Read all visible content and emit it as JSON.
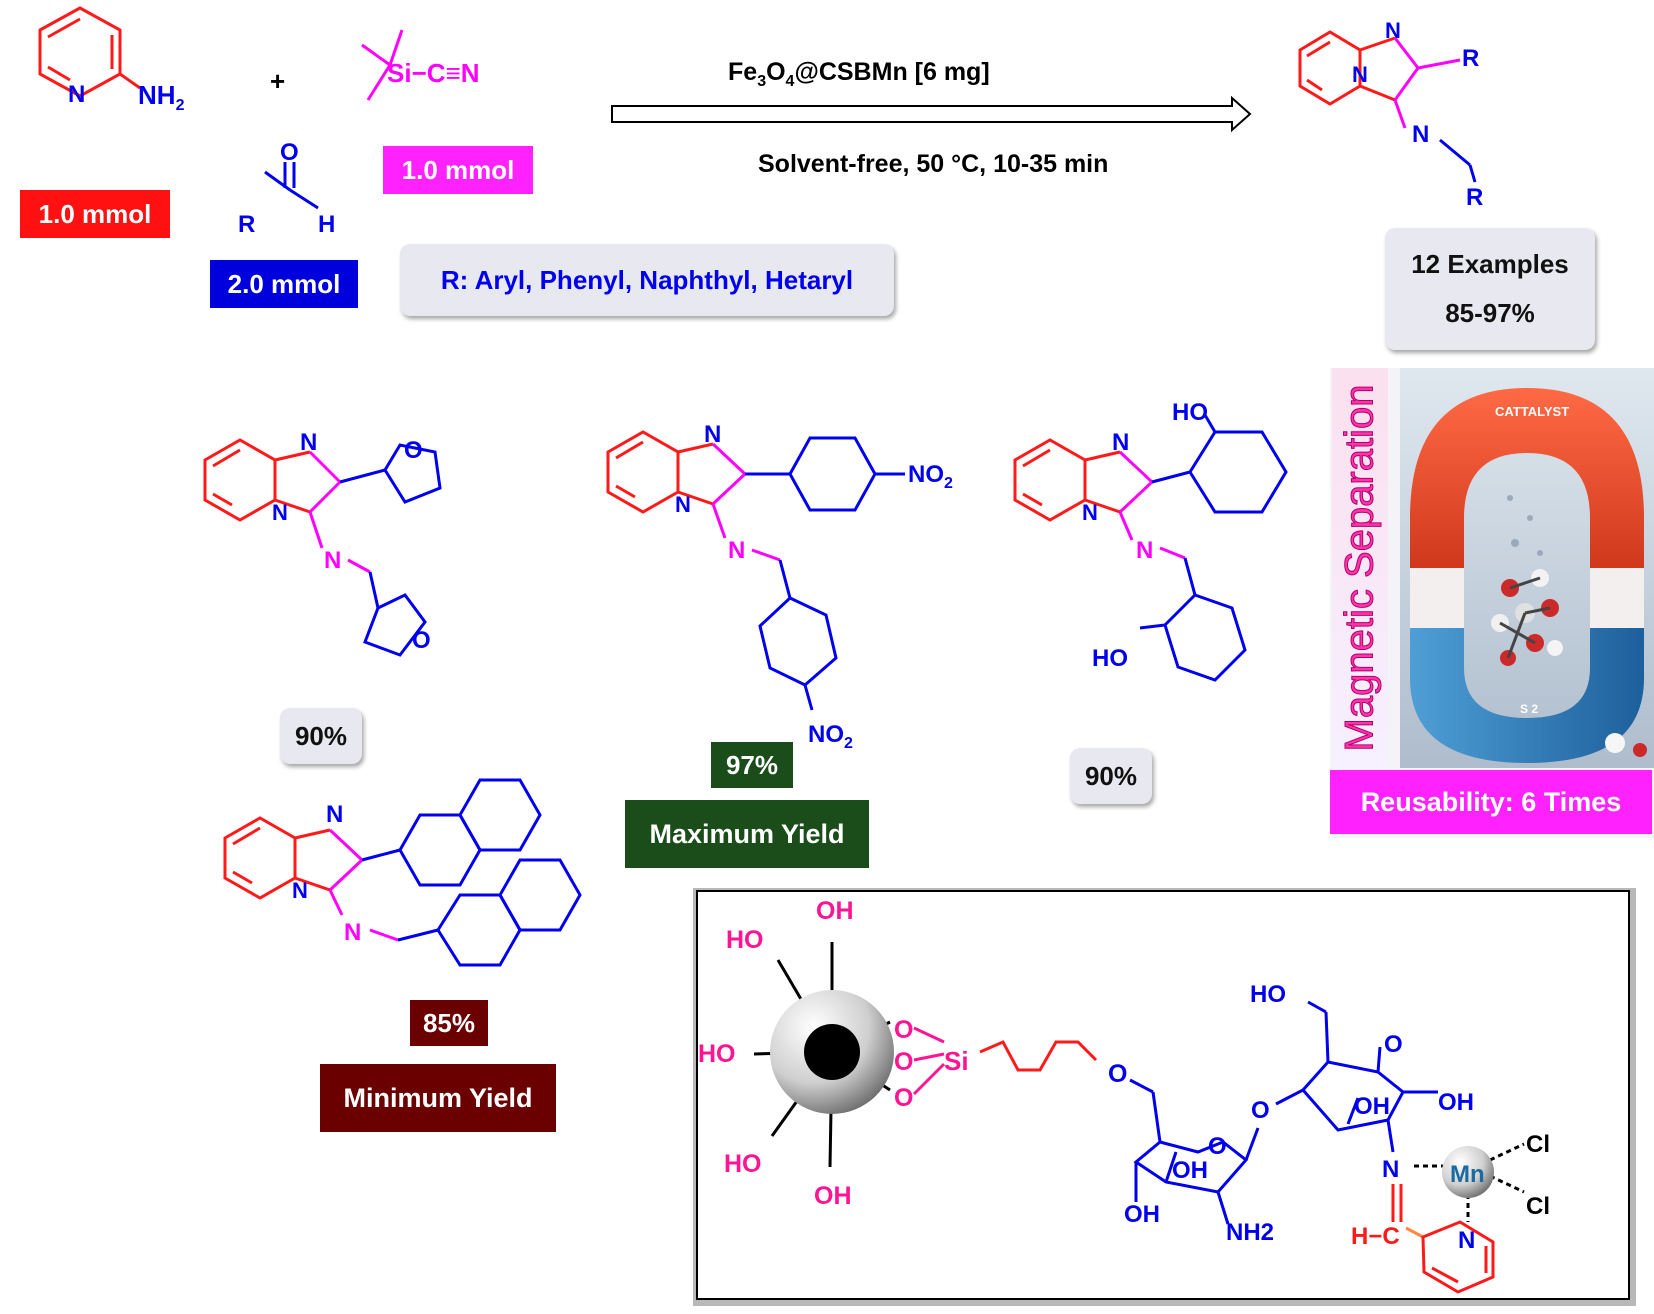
{
  "reaction": {
    "amine_amount": "1.0 mmol",
    "aldehyde_amount": "2.0 mmol",
    "tmscn_amount": "1.0 mmol",
    "plus": "+",
    "catalyst_prefix": "Fe",
    "catalyst_sub1": "3",
    "catalyst_mid": "O",
    "catalyst_sub2": "4",
    "catalyst_suffix": "@CSBMn [6 mg]",
    "conditions": "Solvent-free, 50 °C, 10-35 min",
    "r_groups": "R: Aryl, Phenyl, Naphthyl, Hetaryl",
    "examples": "12 Examples",
    "yield_range": "85-97%"
  },
  "atoms": {
    "N": "N",
    "NH2": "NH",
    "NH2_sub": "2",
    "O": "O",
    "R": "R",
    "H": "H",
    "Si_CN": "Si−C≡N",
    "HO": "HO",
    "OH": "OH",
    "NO": "NO",
    "NO2_sub": "2",
    "Si": "Si",
    "Mn": "Mn",
    "Cl": "Cl",
    "NH2_plain": "NH2",
    "HC": "H−C"
  },
  "products": {
    "furyl_yield": "90%",
    "nitro_yield": "97%",
    "nitro_note": "Maximum Yield",
    "hydroxy_yield": "90%",
    "naphthyl_yield": "85%",
    "naphthyl_note": "Minimum Yield"
  },
  "catalyst_panel": {
    "vertical_label": "Magnetic Separation",
    "magnet_text": "CATTALYST",
    "magnet_bottom_text": "S 2",
    "reusability": "Reusability: 6 Times"
  },
  "colors": {
    "red": "#ff1a1a",
    "blue": "#0000ee",
    "magenta": "#ff00ff",
    "dark_green": "#1a4d1a",
    "dark_red": "#6b0000",
    "pink": "#ff1493",
    "blue_box": "#0000dd",
    "magenta_box": "#ff22ff",
    "red_box": "#ff1111"
  }
}
